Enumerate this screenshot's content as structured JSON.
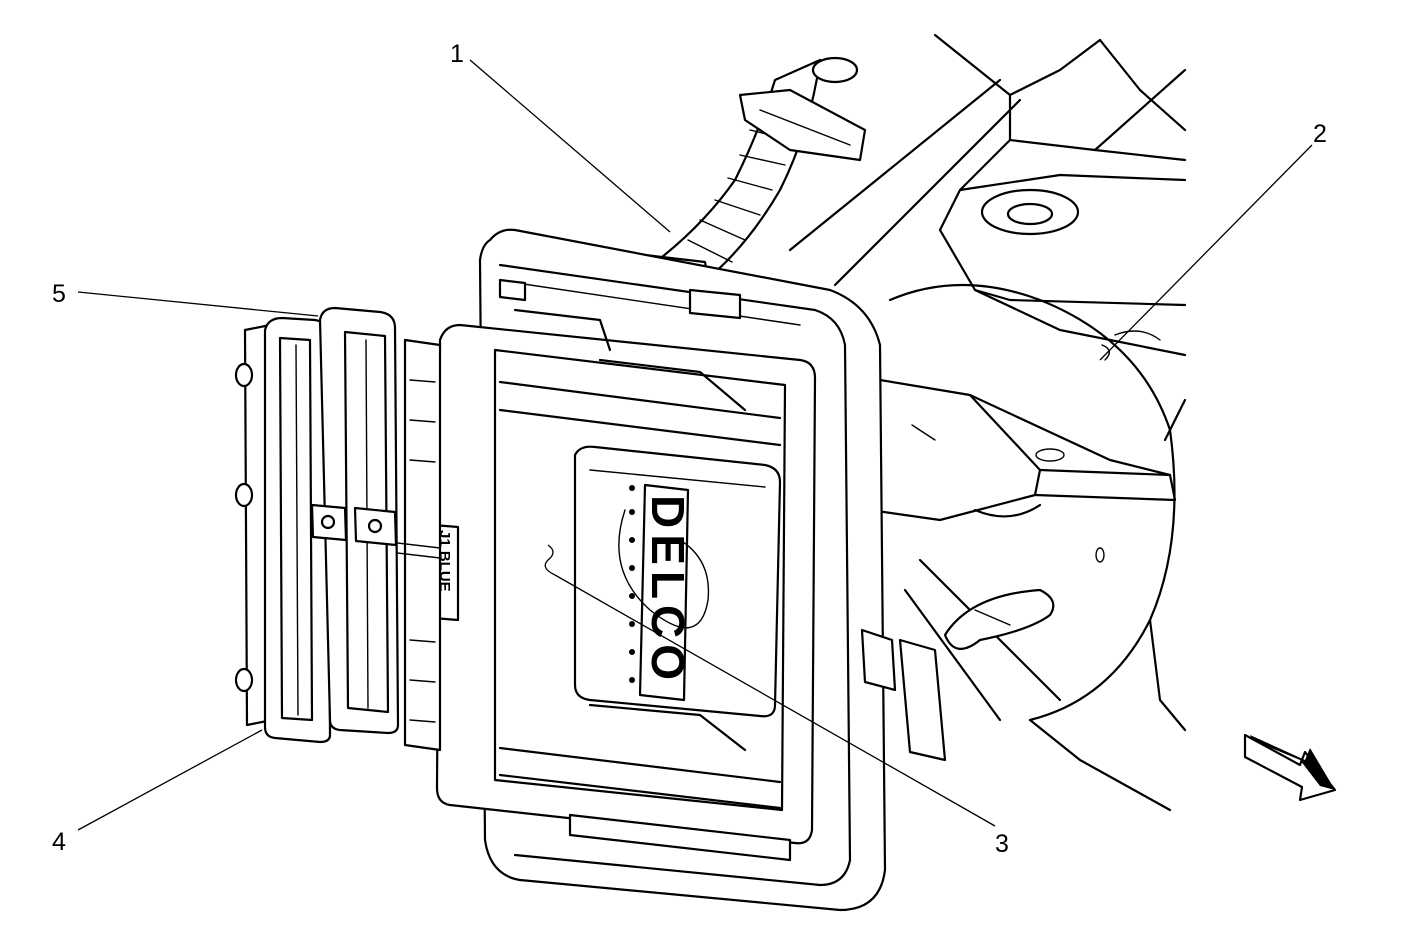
{
  "callouts": [
    {
      "id": "1",
      "label": "1"
    },
    {
      "id": "2",
      "label": "2"
    },
    {
      "id": "3",
      "label": "3"
    },
    {
      "id": "4",
      "label": "4"
    },
    {
      "id": "5",
      "label": "5"
    }
  ],
  "module_brand": "DELCO",
  "connector_tag": "J1 BLUE"
}
